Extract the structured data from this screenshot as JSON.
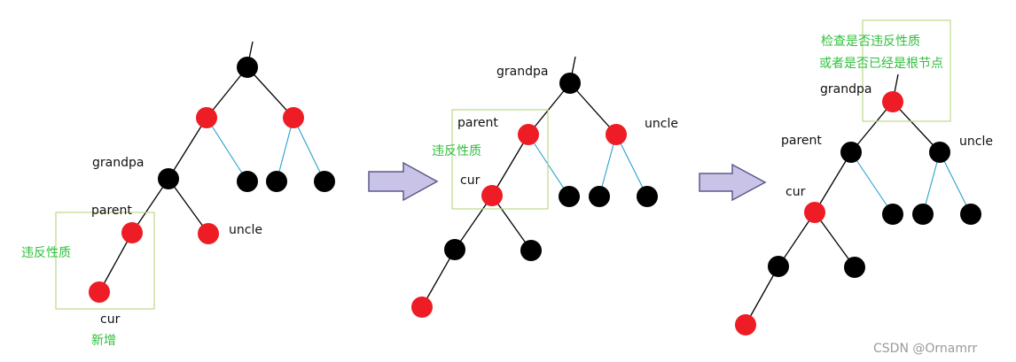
{
  "labels": {
    "grandpa": "grandpa",
    "parent": "parent",
    "uncle": "uncle",
    "cur": "cur"
  },
  "notes": {
    "violates": "违反性质",
    "new_node": "新增",
    "check_line1": "检查是否违反性质",
    "check_line2": "或者是否已经是根节点"
  },
  "watermark": "CSDN @Ornamrr",
  "colors": {
    "red_node": "#ee1c24",
    "black_node": "#000000",
    "note_text": "#2fbf3c",
    "box_border": "#bcd88a",
    "blue_edge": "#2a9fd0",
    "arrow_fill": "#c9c3e8"
  }
}
